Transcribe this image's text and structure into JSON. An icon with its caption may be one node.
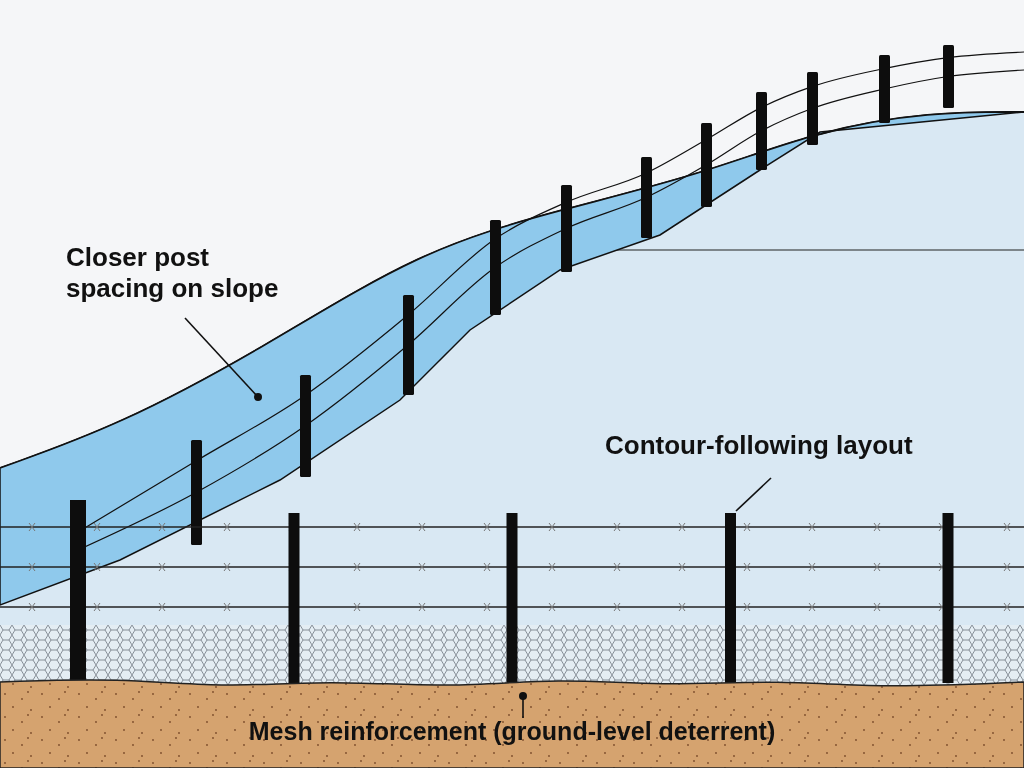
{
  "diagram": {
    "nodes": [
      {
        "text": [
          "Closer post spacing on slope"
        ]
      },
      {
        "text": [],
        "shape": "band"
      },
      {
        "text": [
          "Contour-following layout"
        ]
      },
      {
        "text": [],
        "shape": "bar"
      },
      {
        "text": [
          "Mesh reinforcement (ground-level deterrent)"
        ]
      },
      {
        "text": [],
        "shape": "box"
      }
    ],
    "edges": [
      {
        "from": 0,
        "to": 1,
        "arrow": "other"
      },
      {
        "from": 2,
        "to": 3,
        "arrow": "none"
      },
      {
        "from": 4,
        "to": 5,
        "arrow": "other"
      }
    ]
  }
}
